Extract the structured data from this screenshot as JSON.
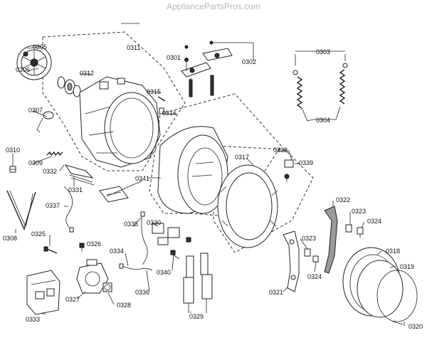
{
  "watermark": "AppliancePartsPros.com",
  "parts": {
    "p0301": "0301",
    "p0302": "0302",
    "p0303": "0303",
    "p0304": "0304",
    "p0305": "0305",
    "p0306": "0306",
    "p0307": "0307",
    "p0308": "0308",
    "p0309": "0309",
    "p0310": "0310",
    "p0311": "0311",
    "p0312": "0312",
    "p0315": "0315",
    "p0316": "0316",
    "p0317": "0317",
    "p0318": "0318",
    "p0319": "0319",
    "p0320": "0320",
    "p0321": "0321",
    "p0322": "0322",
    "p0323a": "0323",
    "p0323b": "0323",
    "p0324a": "0324",
    "p0324b": "0324",
    "p0325": "0325",
    "p0326": "0326",
    "p0327": "0327",
    "p0328": "0328",
    "p0329": "0329",
    "p0330": "0330",
    "p0331": "0331",
    "p0332": "0332",
    "p0333": "0333",
    "p0334": "0334",
    "p0335": "0335",
    "p0336": "0336",
    "p0337": "0337",
    "p0338": "0338",
    "p0339": "0339",
    "p0340": "0340",
    "p0341": "0341"
  }
}
